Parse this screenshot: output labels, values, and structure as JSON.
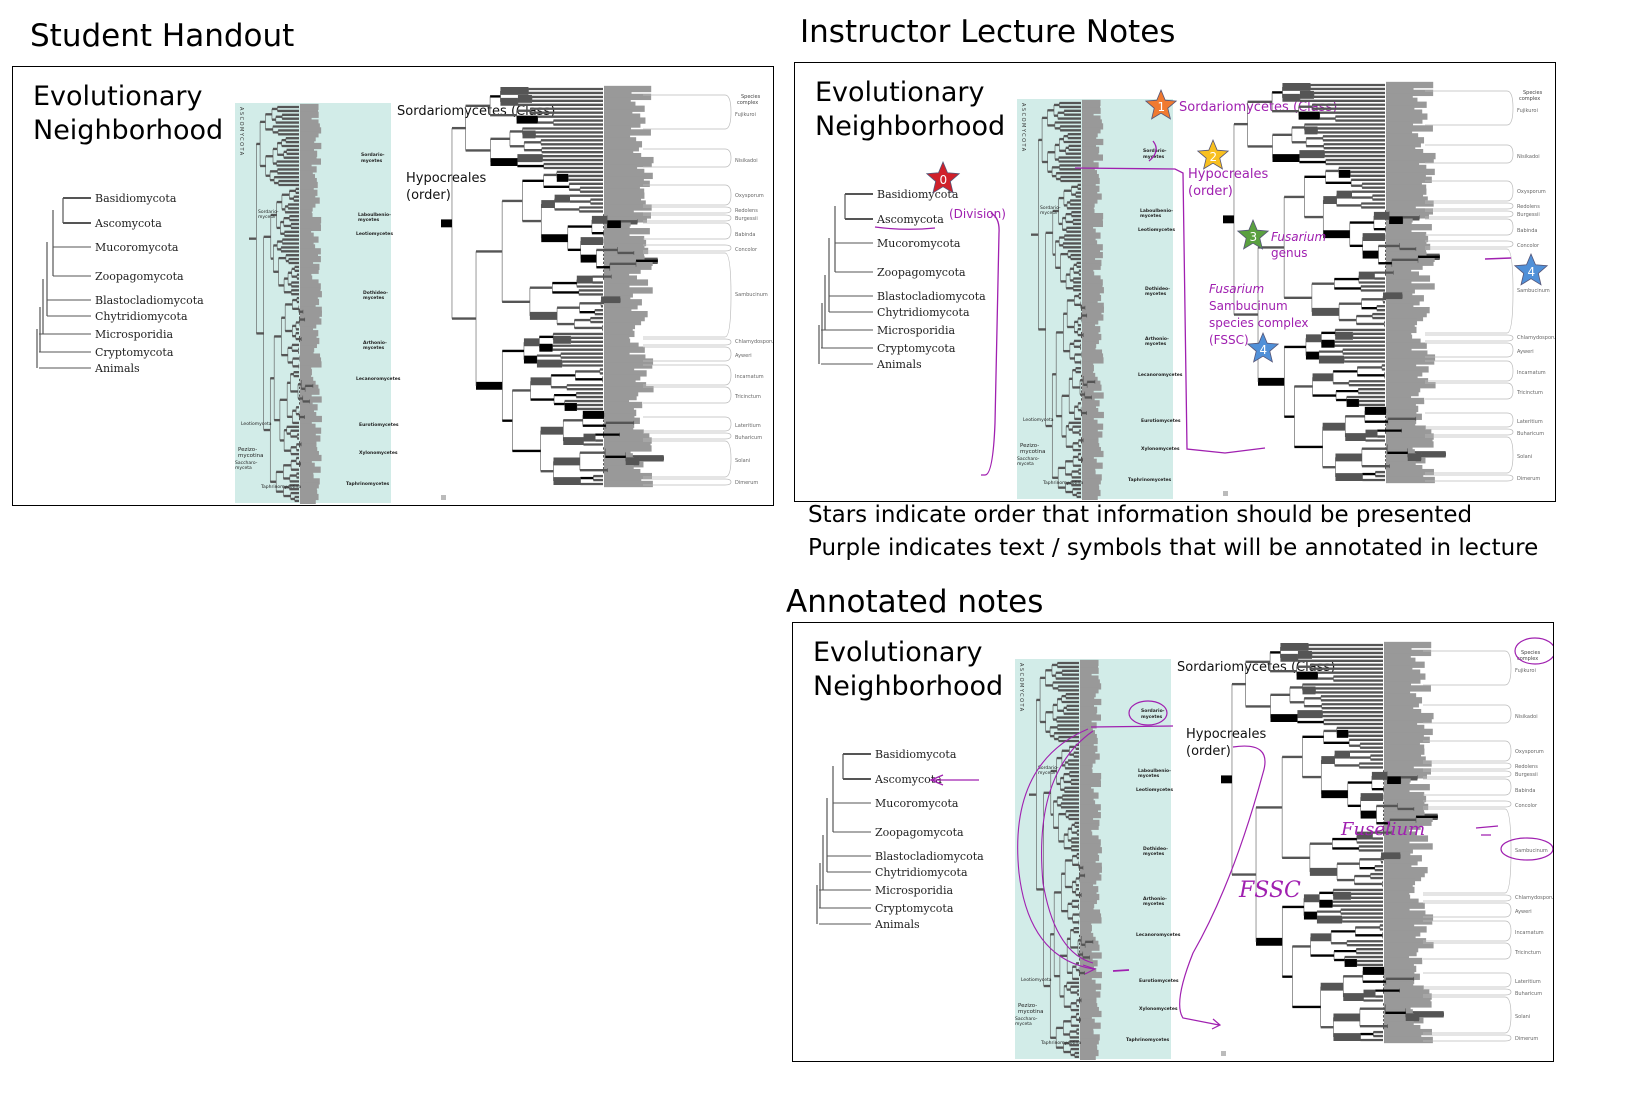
{
  "headings": {
    "student": "Student Handout",
    "instructor": "Instructor Lecture Notes",
    "annotated": "Annotated notes"
  },
  "notes": [
    "Stars indicate order that information should be presented",
    "Purple indicates text / symbols that will be annotated in lecture"
  ],
  "colors": {
    "annotation_purple": "#a020b0",
    "teal_panel": "#d2ece8",
    "star_0": "#d0202a",
    "star_1": "#f07a30",
    "star_2": "#f8c020",
    "star_3": "#5aa040",
    "star_4": "#5090d8"
  },
  "slide": {
    "title_line1": "Evolutionary",
    "title_line2": "Neighborhood",
    "phyla": [
      "Basidiomycota",
      "Ascomycota",
      "Mucoromycota",
      "Zoopagomycota",
      "Blastocladiomycota",
      "Chytridiomycota",
      "Microsporidia",
      "Cryptomycota",
      "Animals"
    ],
    "class_label": "Sordariomycetes (Class)",
    "order_label_line1": "Hypocreales",
    "order_label_line2": "(order)",
    "ascomycota_vertical": "ASCOMYCOTA",
    "teal_groups": [
      "Sordario-",
      "mycetes",
      "Laboulbenio-",
      "mycetes",
      "Leotiomycetes",
      "Dothideo-",
      "mycetes",
      "Arthonio-",
      "mycetes",
      "Lecanoromycetes",
      "Eurotiomycetes",
      "Xylonomycetes",
      "Taphrinomycetes"
    ],
    "teal_nodes": [
      "Sordario-",
      "myceta",
      "Leotiomyceta",
      "Pezizo-",
      "mycotina",
      "Saccharo-",
      "myceta",
      "Taphrinomycotina"
    ],
    "species_complex_header": [
      "Species",
      "complex"
    ],
    "species_complexes": [
      "Fujikuroi",
      "Nisikadoi",
      "Oxysporum",
      "Redolens",
      "Burgessii",
      "Babinda",
      "Concolor",
      "Sambucinum",
      "Chlamydosporum",
      "Ayweri",
      "Incarnatum",
      "Tricinctum",
      "Lateritium",
      "Buharicum",
      "Solani",
      "Dimerum"
    ]
  },
  "instructor_annotations": {
    "division": "(Division)",
    "genus_line1": "Fusarium",
    "genus_line2": "genus",
    "fssc_lines": [
      "Fusarium",
      "Sambucinum",
      "species complex",
      "(FSSC)"
    ],
    "stars": [
      {
        "number": "0",
        "color": "#d0202a"
      },
      {
        "number": "1",
        "color": "#f07a30"
      },
      {
        "number": "2",
        "color": "#f8c020"
      },
      {
        "number": "3",
        "color": "#5aa040"
      },
      {
        "number": "4",
        "color": "#5090d8"
      },
      {
        "number": "4",
        "color": "#5090d8"
      }
    ]
  },
  "handwritten_annotations": {
    "fusarium": "Fuselium",
    "fssc": "FSSC"
  }
}
